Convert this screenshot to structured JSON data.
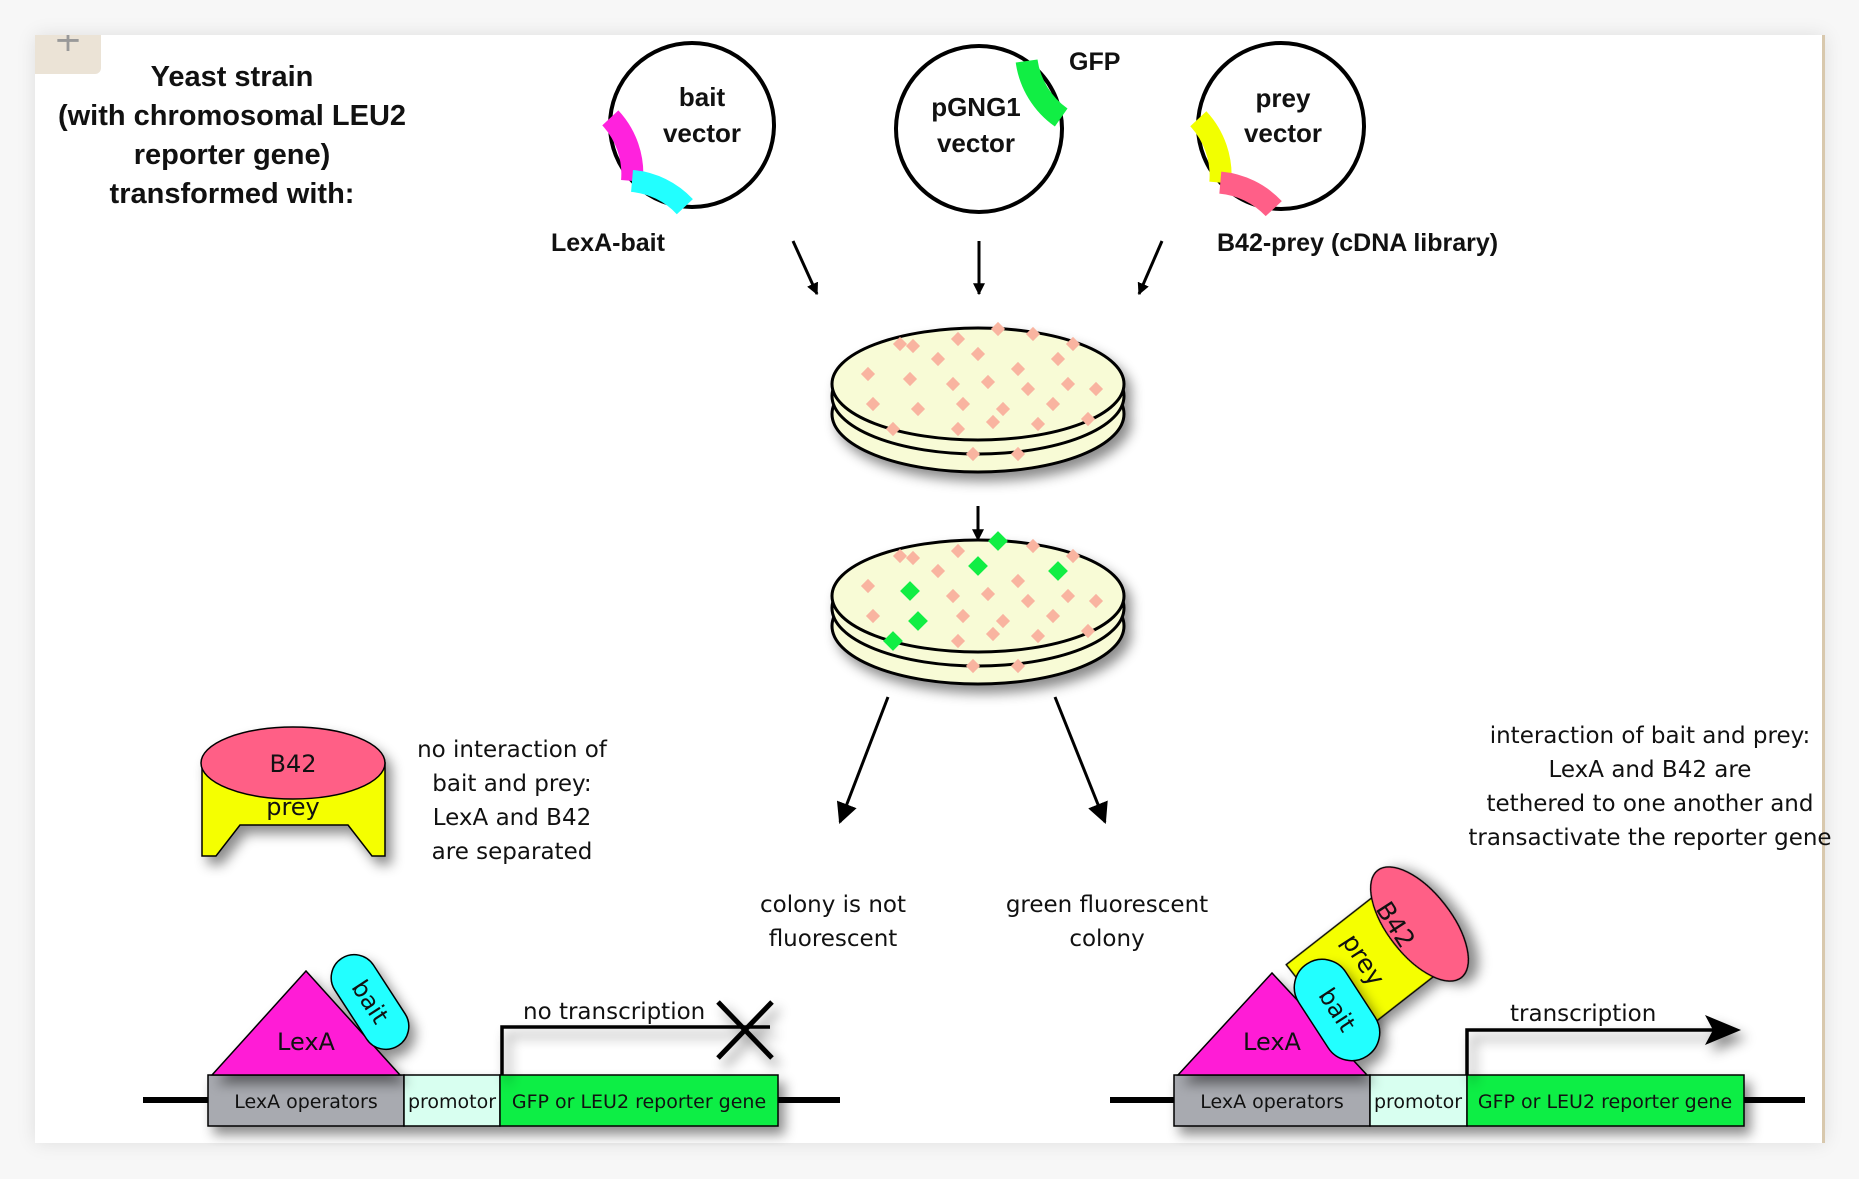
{
  "title": {
    "lines": [
      "Yeast strain",
      "(with chromosomal LEU2",
      "reporter gene)",
      "transformed with:"
    ]
  },
  "vectors": [
    {
      "name_lines": [
        "bait",
        "vector"
      ],
      "label": "LexA-bait",
      "segments": [
        "#ff22dd",
        "#22ffff"
      ]
    },
    {
      "name_lines": [
        "pGNG1",
        "vector"
      ],
      "label": "GFP",
      "segments": [
        "#11ee44"
      ]
    },
    {
      "name_lines": [
        "prey",
        "vector"
      ],
      "label": "B42-prey (cDNA library)",
      "segments": [
        "#f2ff00",
        "#ff5f88"
      ]
    }
  ],
  "outcomes": {
    "negative": [
      "colony is not",
      "fluorescent"
    ],
    "positive": [
      "green fluorescent",
      "colony"
    ]
  },
  "left_panel": {
    "prey_top": "B42",
    "prey_body": "prey",
    "description": [
      "no interaction of",
      "bait and prey:",
      "LexA and B42",
      "are separated"
    ],
    "lexa": "LexA",
    "bait": "bait",
    "transcription_label": "no transcription",
    "operators": "LexA operators",
    "promotor": "promotor",
    "gene": "GFP or LEU2 reporter gene"
  },
  "right_panel": {
    "description": [
      "interaction of bait and prey:",
      "LexA and B42 are",
      "tethered to one another and",
      "transactivate the reporter gene"
    ],
    "prey_top": "B42",
    "prey_body": "prey",
    "lexa": "LexA",
    "bait": "bait",
    "transcription_label": "transcription",
    "operators": "LexA operators",
    "promotor": "promotor",
    "gene": "GFP or LEU2 reporter gene"
  },
  "colors": {
    "lexa": "#ff1fd6",
    "bait": "#22ffff",
    "prey": "#f5ff00",
    "b42": "#ff5f86",
    "operators": "#a8aab0",
    "promotor": "#d8fff0",
    "gene": "#11ee44",
    "plate": "#f8fbd6",
    "colony_red": "#f9b4a0",
    "colony_green": "#11ee44"
  },
  "badge": {
    "icon": "plus-icon",
    "glyph": "+"
  }
}
